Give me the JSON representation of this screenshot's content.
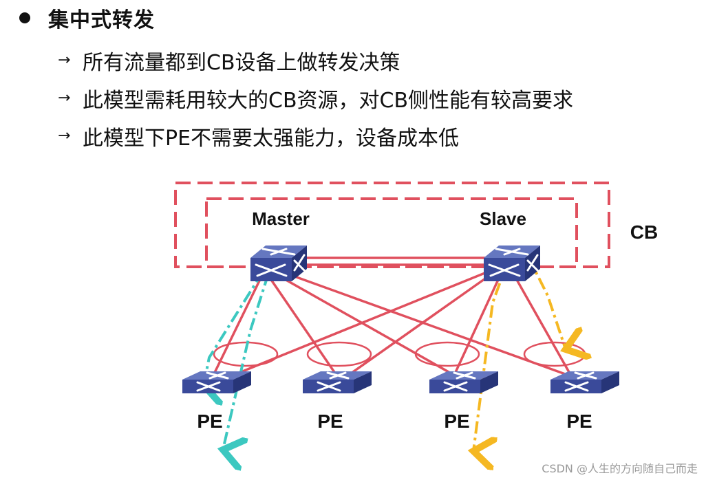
{
  "title": "集中式转发",
  "bullets": [
    "所有流量都到CB设备上做转发决策",
    "此模型需耗用较大的CB资源，对CB侧性能有较高要求",
    "此模型下PE不需要太强能力，设备成本低"
  ],
  "diagram": {
    "master_label": "Master",
    "slave_label": "Slave",
    "cb_label": "CB",
    "pe_labels": [
      "PE",
      "PE",
      "PE",
      "PE"
    ]
  },
  "colors": {
    "link": "#e0505e",
    "cb_border": "#e0505e",
    "flow_master": "#3cc8c0",
    "flow_slave": "#f5b822",
    "switch_top": "#5a6bb5",
    "switch_side": "#2f3f8a"
  },
  "watermark": "CSDN @人生的方向随自己而走"
}
